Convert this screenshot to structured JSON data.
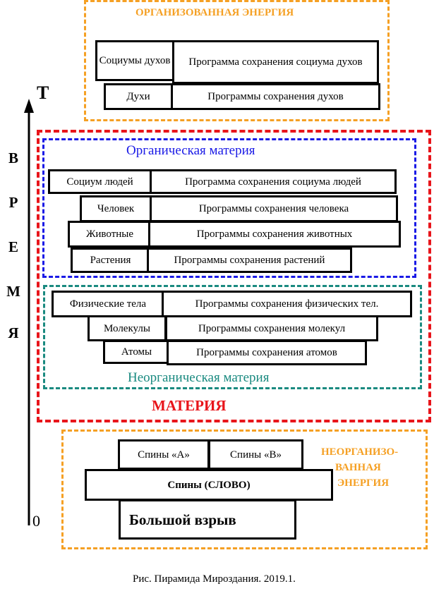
{
  "colors": {
    "organized_energy": "#f5a024",
    "matter": "#e8151b",
    "organic": "#1a1ae6",
    "inorganic": "#1a8a80",
    "unorganized_energy": "#f5a024",
    "box_border": "#000000"
  },
  "time_axis": {
    "top_label": "Т",
    "bottom_label": "0",
    "letters": [
      "В",
      "Р",
      "Е",
      "М",
      "Я"
    ]
  },
  "organized_energy": {
    "title": "ОРГАНИЗОВАННАЯ  ЭНЕРГИЯ",
    "rows": [
      {
        "name": "Социумы духов",
        "program": "Программа сохранения социума духов"
      },
      {
        "name": "Духи",
        "program": "Программы сохранения духов"
      }
    ]
  },
  "matter": {
    "title": "МАТЕРИЯ",
    "organic": {
      "title": "Органическая  материя",
      "rows": [
        {
          "name": "Социум людей",
          "program": "Программа сохранения социума людей"
        },
        {
          "name": "Человек",
          "program": "Программы сохранения  человека"
        },
        {
          "name": "Животные",
          "program": "Программы сохранения животных"
        },
        {
          "name": "Растения",
          "program": "Программы сохранения растений"
        }
      ]
    },
    "inorganic": {
      "title": "Неорганическая материя",
      "rows": [
        {
          "name": "Физические тела",
          "program": "Программы сохранения физических тел."
        },
        {
          "name": "Молекулы",
          "program": "Программы сохранения молекул"
        },
        {
          "name": "Атомы",
          "program": "Программы сохранения атомов"
        }
      ]
    }
  },
  "unorganized_energy": {
    "title_lines": [
      "НЕОРГАНИЗО-",
      "ВАННАЯ",
      "ЭНЕРГИЯ"
    ],
    "spin_a": "Спины «А»",
    "spin_b": "Спины «В»",
    "spins_word": "Спины  (СЛОВО)",
    "big_bang": "Большой взрыв"
  },
  "caption": "Рис. Пирамида Мироздания. 2019.1."
}
